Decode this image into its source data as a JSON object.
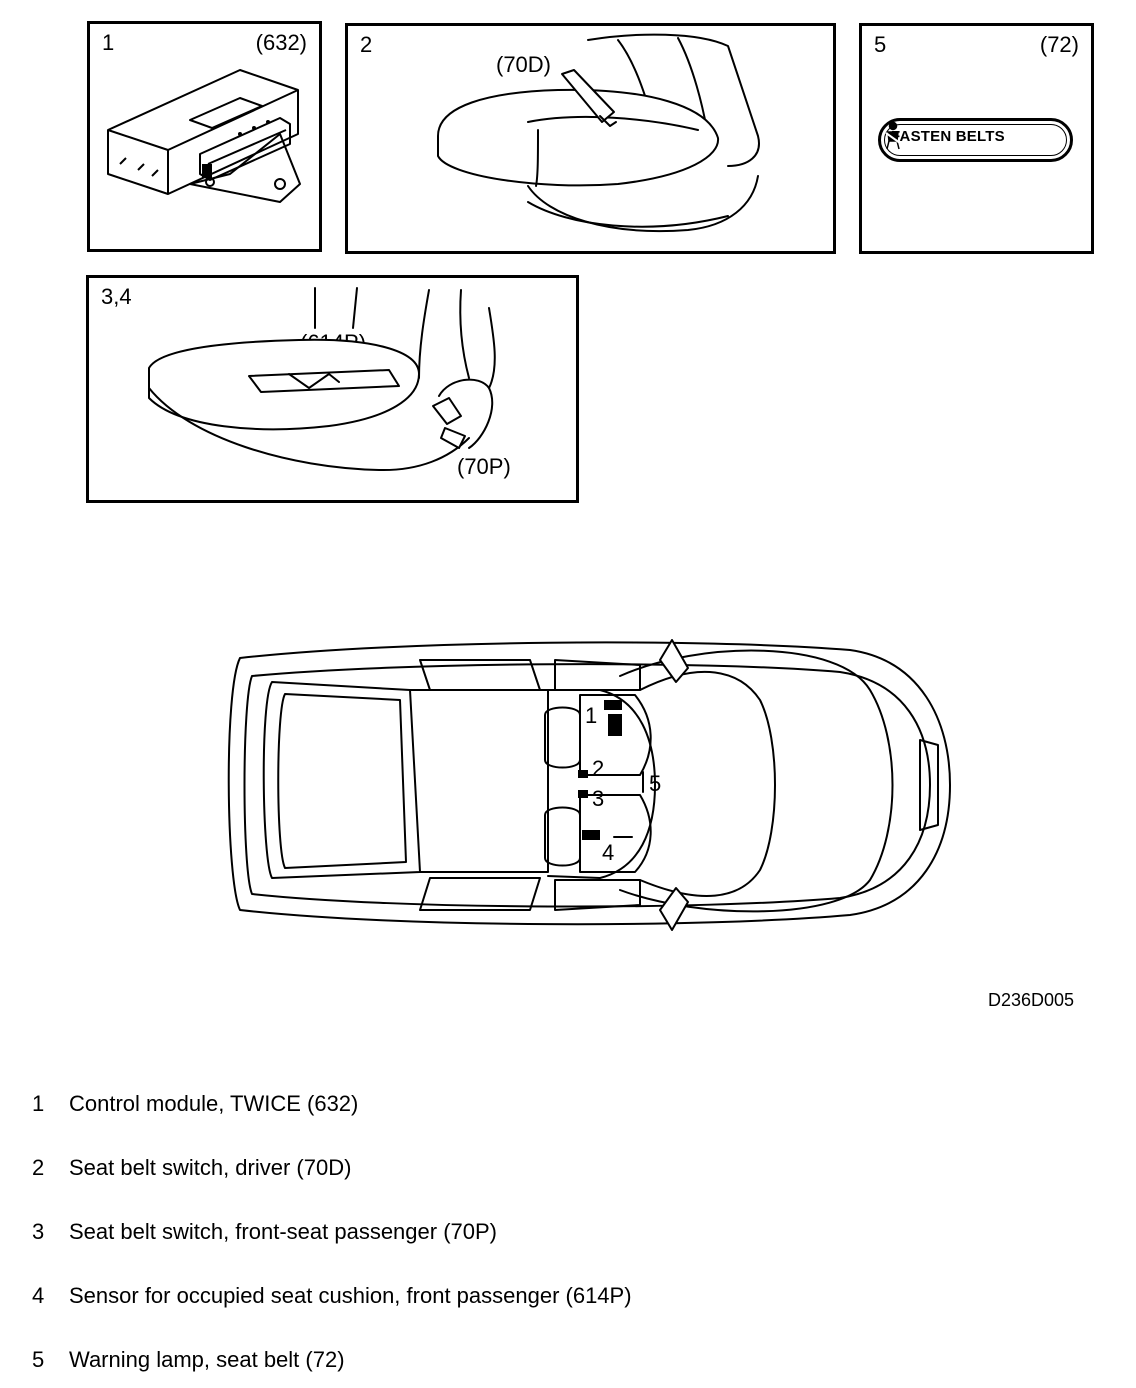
{
  "panels": {
    "p1": {
      "number": "1",
      "code": "(632)"
    },
    "p2": {
      "number": "2",
      "callout": "(70D)"
    },
    "p5": {
      "number": "5",
      "code": "(72)",
      "lamp_text": "FASTEN BELTS"
    },
    "p34": {
      "number": "3,4",
      "callout_top": "(614P)",
      "callout_bottom": "(70P)"
    }
  },
  "car": {
    "labels": {
      "n1": "1",
      "n2": "2",
      "n3": "3",
      "n4": "4",
      "n5": "5"
    }
  },
  "figure_id": "D236D005",
  "legend": [
    {
      "num": "1",
      "text": "Control module, TWICE (632)"
    },
    {
      "num": "2",
      "text": "Seat belt switch, driver (70D)"
    },
    {
      "num": "3",
      "text": "Seat belt switch, front-seat passenger (70P)"
    },
    {
      "num": "4",
      "text": "Sensor for occupied seat cushion, front passenger (614P)"
    },
    {
      "num": "5",
      "text": "Warning lamp, seat belt (72)"
    }
  ]
}
